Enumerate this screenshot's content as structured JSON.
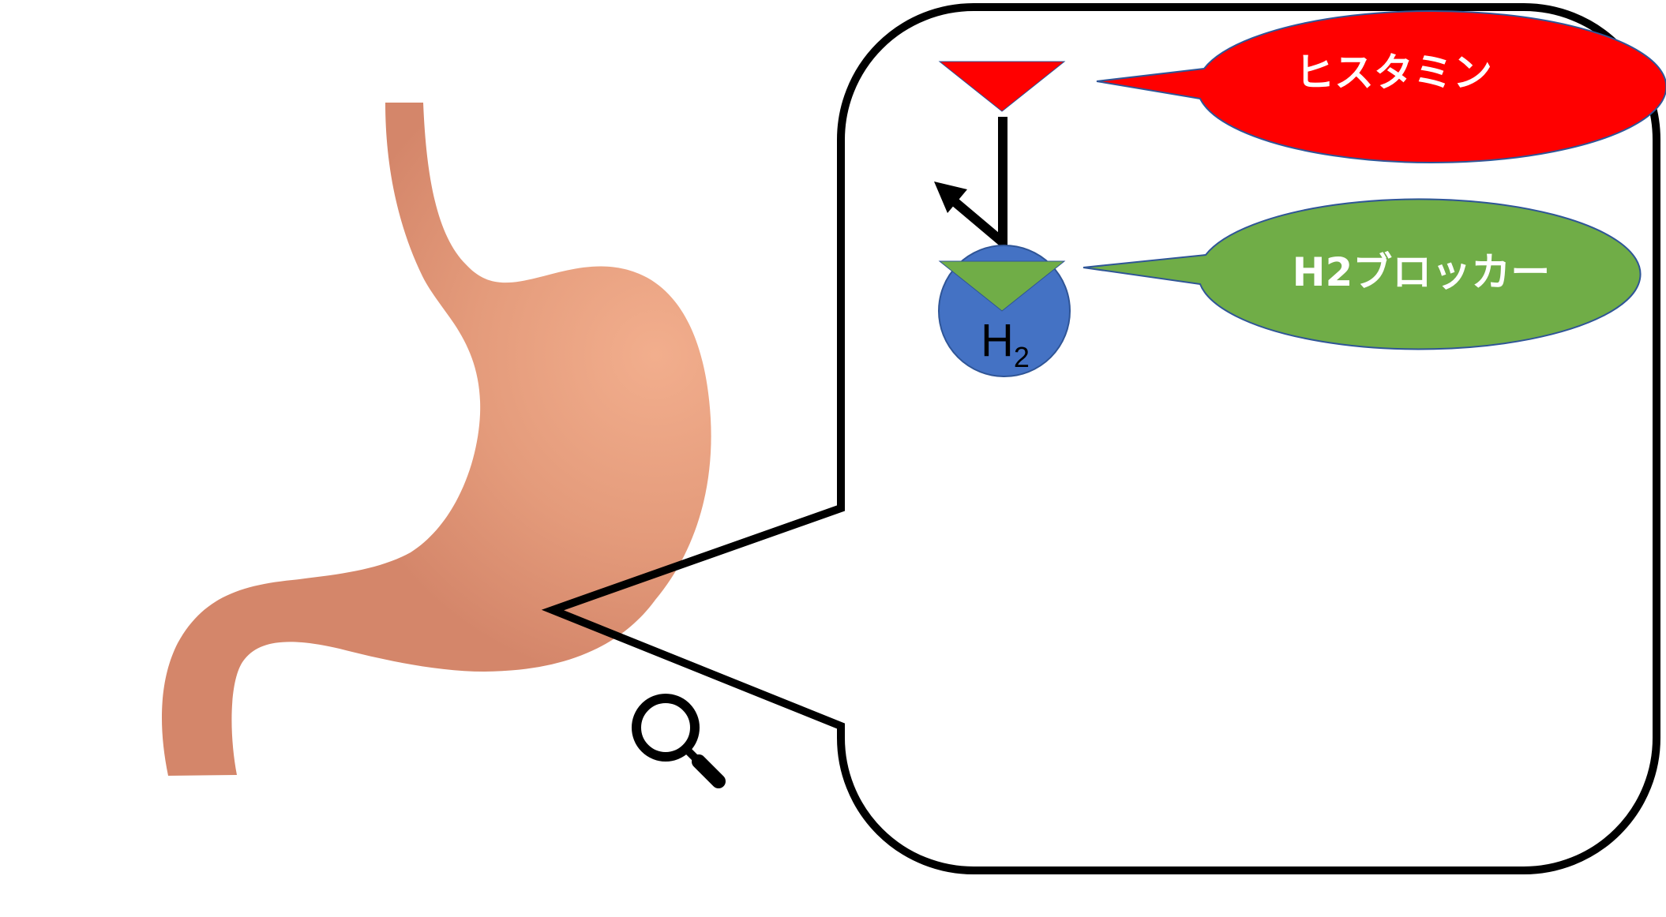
{
  "colors": {
    "background": "#ffffff",
    "outline": "#000000",
    "histamine": "#ff0000",
    "blocker": "#70ad47",
    "receptor": "#4472c4",
    "label_text": "#ffffff",
    "stomach_light": "#f2ae8d",
    "stomach_mid": "#e49b7b",
    "stomach_dark": "#d4866a"
  },
  "labels": {
    "histamine": "ヒスタミン",
    "blocker": "H2ブロッカー"
  },
  "receptor": {
    "main": "H",
    "subscript": "2"
  },
  "icons": {
    "magnifier": "magnifying-glass-icon",
    "stomach": "stomach-illustration",
    "histamine": "red-triangle-icon",
    "blocker": "green-triangle-icon",
    "arrow": "bounce-arrow-icon"
  }
}
